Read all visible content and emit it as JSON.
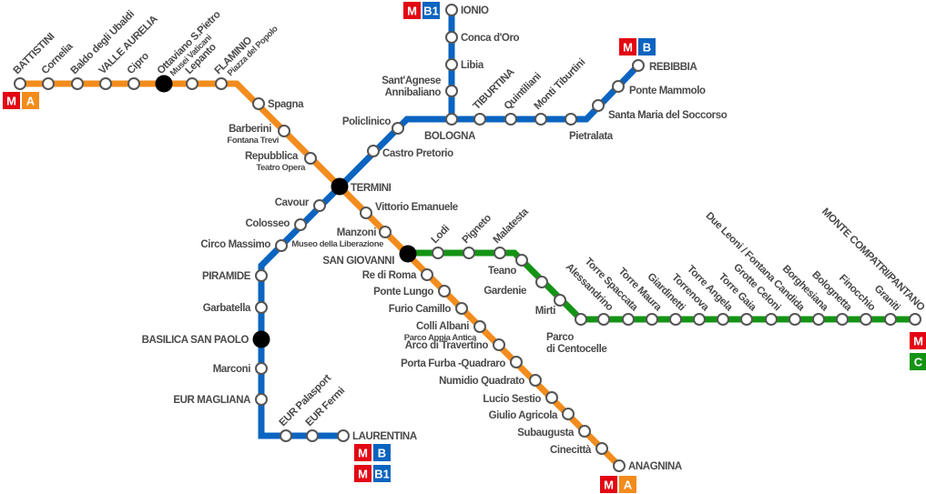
{
  "colors": {
    "A": "#f28c1c",
    "B": "#0a64c0",
    "C": "#149414",
    "metro_red": "#e30613",
    "label": "#4a4a4a"
  },
  "metro_logo": "M",
  "lines": {
    "A": {
      "badge": "A",
      "stations": [
        {
          "name": "BATTISTINI"
        },
        {
          "name": "Cornelia"
        },
        {
          "name": "Baldo degli Ubaldi"
        },
        {
          "name": "VALLE AURELIA"
        },
        {
          "name": "Cipro"
        },
        {
          "name": "Ottaviano S.Pietro",
          "sub": "Musei Vaticani"
        },
        {
          "name": "Lepanto"
        },
        {
          "name": "FLAMINIO",
          "sub": "Piazza del Popolo"
        },
        {
          "name": "Spagna"
        },
        {
          "name": "Barberini",
          "sub": "Fontana Trevi"
        },
        {
          "name": "Repubblica",
          "sub": "Teatro Opera"
        },
        {
          "name": "TERMINI"
        },
        {
          "name": "Vittorio Emanuele"
        },
        {
          "name": "Manzoni",
          "sub": "Museo della Liberazione"
        },
        {
          "name": "SAN GIOVANNI"
        },
        {
          "name": "Re di Roma"
        },
        {
          "name": "Ponte Lungo"
        },
        {
          "name": "Furio Camillo"
        },
        {
          "name": "Colli Albani",
          "sub": "Parco Appia Antica"
        },
        {
          "name": "Arco di Travertino"
        },
        {
          "name": "Porta Furba -Quadraro"
        },
        {
          "name": "Numidio Quadrato"
        },
        {
          "name": "Lucio Sestio"
        },
        {
          "name": "Giulio Agricola"
        },
        {
          "name": "Subaugusta"
        },
        {
          "name": "Cinecittà"
        },
        {
          "name": "ANAGNINA"
        }
      ]
    },
    "B": {
      "badge": "B",
      "stations": [
        {
          "name": "LAURENTINA"
        },
        {
          "name": "EUR Fermi"
        },
        {
          "name": "EUR Palasport"
        },
        {
          "name": "EUR MAGLIANA"
        },
        {
          "name": "Marconi"
        },
        {
          "name": "BASILICA SAN PAOLO"
        },
        {
          "name": "Garbatella"
        },
        {
          "name": "PIRAMIDE"
        },
        {
          "name": "Circo Massimo"
        },
        {
          "name": "Colosseo"
        },
        {
          "name": "Cavour"
        },
        {
          "name": "Castro Pretorio"
        },
        {
          "name": "Policlinico"
        },
        {
          "name": "BOLOGNA"
        },
        {
          "name": "TIBURTINA"
        },
        {
          "name": "Quintiliani"
        },
        {
          "name": "Monti Tiburtini"
        },
        {
          "name": "Pietralata"
        },
        {
          "name": "Santa Maria del Soccorso"
        },
        {
          "name": "Ponte Mammolo"
        },
        {
          "name": "REBIBBIA"
        }
      ]
    },
    "B1": {
      "badge": "B1",
      "stations": [
        {
          "name": "IONIO"
        },
        {
          "name": "Conca d'Oro"
        },
        {
          "name": "Libia"
        },
        {
          "name": "Sant'Agnese",
          "name2": "Annibaliano"
        }
      ]
    },
    "C": {
      "badge": "C",
      "stations": [
        {
          "name": "Lodi"
        },
        {
          "name": "Pigneto"
        },
        {
          "name": "Malatesta"
        },
        {
          "name": "Teano"
        },
        {
          "name": "Gardenie"
        },
        {
          "name": "Mirti"
        },
        {
          "name": "Parco",
          "name2": "di Centocelle"
        },
        {
          "name": "Alessandrino"
        },
        {
          "name": "Torre Spaccata"
        },
        {
          "name": "Torre Maura"
        },
        {
          "name": "Giardinetti"
        },
        {
          "name": "Torrenova"
        },
        {
          "name": "Torre Angela"
        },
        {
          "name": "Torre Gaia"
        },
        {
          "name": "Grotte Celoni"
        },
        {
          "name": "Due Leoni / Fontana Candida"
        },
        {
          "name": "Borghesiana"
        },
        {
          "name": "Bolognetta"
        },
        {
          "name": "Finocchio"
        },
        {
          "name": "Graniti"
        },
        {
          "name": "MONTE COMPATRI/PANTANO"
        }
      ]
    }
  }
}
